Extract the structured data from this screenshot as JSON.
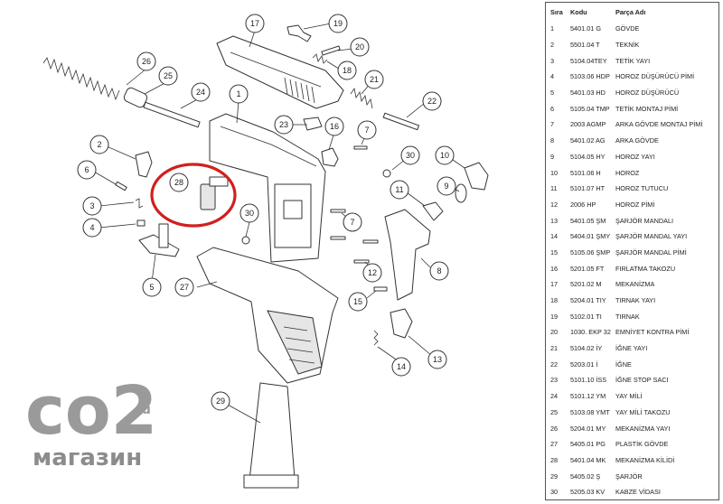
{
  "callouts": [
    "1",
    "2",
    "3",
    "4",
    "5",
    "6",
    "7",
    "7",
    "8",
    "9",
    "10",
    "11",
    "12",
    "13",
    "14",
    "15",
    "16",
    "17",
    "18",
    "19",
    "20",
    "21",
    "22",
    "23",
    "24",
    "25",
    "26",
    "27",
    "28",
    "29",
    "30",
    "30"
  ],
  "highlighted_part": "28",
  "watermark": {
    "main": "co2",
    "super": "ru",
    "sub": "магазин"
  },
  "colors": {
    "highlight": "#d21f1f",
    "line": "#333333",
    "watermark": "#9a9a9a"
  },
  "table": {
    "headers": {
      "no": "Sıra",
      "code": "Kodu",
      "name": "Parça Adı"
    },
    "rows": [
      {
        "no": "1",
        "code": "5401.01 G",
        "name": "GÖVDE"
      },
      {
        "no": "2",
        "code": "5501.04 T",
        "name": "TEKNİK"
      },
      {
        "no": "3",
        "code": "5104.04TEY",
        "name": "TETİK YAYI"
      },
      {
        "no": "4",
        "code": "5103.06 HDP",
        "name": "HOROZ DÜŞÜRÜCÜ PİMİ"
      },
      {
        "no": "5",
        "code": "5401.03 HD",
        "name": "HOROZ DÜŞÜRÜCÜ"
      },
      {
        "no": "6",
        "code": "5105.04 TMP",
        "name": "TETİK MONTAJ PİMİ"
      },
      {
        "no": "7",
        "code": "2003 AGMP",
        "name": "ARKA GÖVDE MONTAJ PİMİ"
      },
      {
        "no": "8",
        "code": "5401.02 AG",
        "name": "ARKA GÖVDE"
      },
      {
        "no": "9",
        "code": "5104.05 HY",
        "name": "HOROZ YAYI"
      },
      {
        "no": "10",
        "code": "5101.06 H",
        "name": "HOROZ"
      },
      {
        "no": "11",
        "code": "5101.07 HT",
        "name": "HOROZ TUTUCU"
      },
      {
        "no": "12",
        "code": "2006 HP",
        "name": "HOROZ PİMİ"
      },
      {
        "no": "13",
        "code": "5401.05 ŞM",
        "name": "ŞARJÖR MANDALI"
      },
      {
        "no": "14",
        "code": "5404.01 ŞMY",
        "name": "ŞARJÖR MANDAL YAYI"
      },
      {
        "no": "15",
        "code": "5105.06 ŞMP",
        "name": "ŞARJÖR MANDAL PİMİ"
      },
      {
        "no": "16",
        "code": "5201.05 FT",
        "name": "FIRLATMA TAKOZU"
      },
      {
        "no": "17",
        "code": "5201.02 M",
        "name": "MEKANİZMA"
      },
      {
        "no": "18",
        "code": "5204.01 TIY",
        "name": "TIRNAK YAYI"
      },
      {
        "no": "19",
        "code": "5102.01 TI",
        "name": "TIRNAK"
      },
      {
        "no": "20",
        "code": "1030. EKP 32",
        "name": "EMNİYET KONTRA PİMİ"
      },
      {
        "no": "21",
        "code": "5104.02 İY",
        "name": "İĞNE YAYI"
      },
      {
        "no": "22",
        "code": "5203.01 İ",
        "name": "İĞNE"
      },
      {
        "no": "23",
        "code": "5101.10 İSS",
        "name": "İĞNE STOP SACI"
      },
      {
        "no": "24",
        "code": "5101.12 YM",
        "name": "YAY MİLİ"
      },
      {
        "no": "25",
        "code": "5103.08 YMT",
        "name": "YAY MİLİ TAKOZU"
      },
      {
        "no": "26",
        "code": "5204.01 MY",
        "name": "MEKANİZMA YAYI"
      },
      {
        "no": "27",
        "code": "5405.01 PG",
        "name": "PLASTİK GÖVDE"
      },
      {
        "no": "28",
        "code": "5401.04 MK",
        "name": "MEKANİZMA KİLİDİ"
      },
      {
        "no": "29",
        "code": "5405.02 Ş",
        "name": "ŞARJÖR"
      },
      {
        "no": "30",
        "code": "5205.03 KV",
        "name": "KABZE VİDASI"
      }
    ]
  }
}
